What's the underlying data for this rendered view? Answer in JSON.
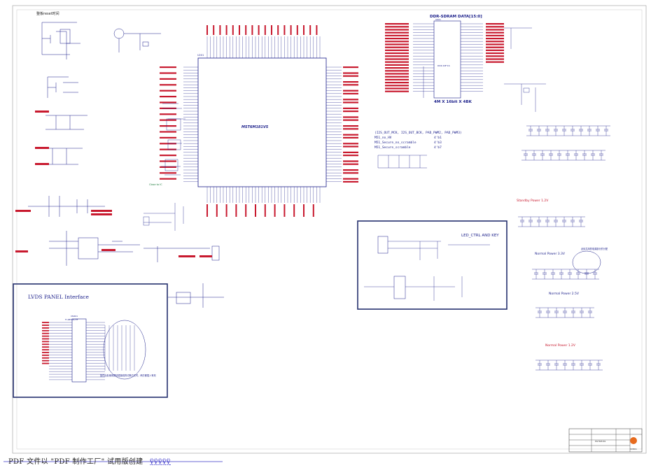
{
  "page": {
    "top_note": "整板reset时间"
  },
  "main_ic": {
    "ref": "U201",
    "part": "MST6M181VS"
  },
  "ddr": {
    "title": "DDR-SDRAM DATA[15:0]",
    "chip": "U601",
    "part": "DDR 4M*16",
    "size_note": "4M X 16bit X 4BK"
  },
  "option_table": {
    "header": "(I2S_OUT_MCK, I2S_OUT_BCK, PAD_PWM2, PAD_PWM3)",
    "rows": [
      {
        "name": "M51_no_HV",
        "value": "4'b1"
      },
      {
        "name": "M51_Secure_no_scramble",
        "value": "4'b3"
      },
      {
        "name": "M51_Secure_scramble",
        "value": "4'b7"
      }
    ]
  },
  "lvds": {
    "title": "LVDS PANEL Interface",
    "connector": "CN401",
    "connector_part": "FI-RE30S-HF",
    "note": "如在此处使用屏线插接线的切换方式时，两方都插入有效"
  },
  "led_ctrl": {
    "title": "LED_CTRL AND KEY"
  },
  "power": {
    "standby": "Standby Power 1.2V",
    "normal33": "Normal Power 3.3V",
    "normal25": "Normal Power 2.5V",
    "normal12": "Normal Power 1.2V",
    "note": "此处共用的电源部分的分配"
  },
  "crystal_note": "Close to IC",
  "title_block": {
    "company": "KONKA",
    "sheet": "MST6M181"
  },
  "footer": {
    "text": "PDF 文件以 \"PDF 制作工厂\" 试用版创建",
    "link": "ÿÿÿÿÿ"
  },
  "colors": {
    "wire": "#1b1f8a",
    "net_label": "#c8192e",
    "box": "#25306e",
    "frame": "#888888"
  }
}
